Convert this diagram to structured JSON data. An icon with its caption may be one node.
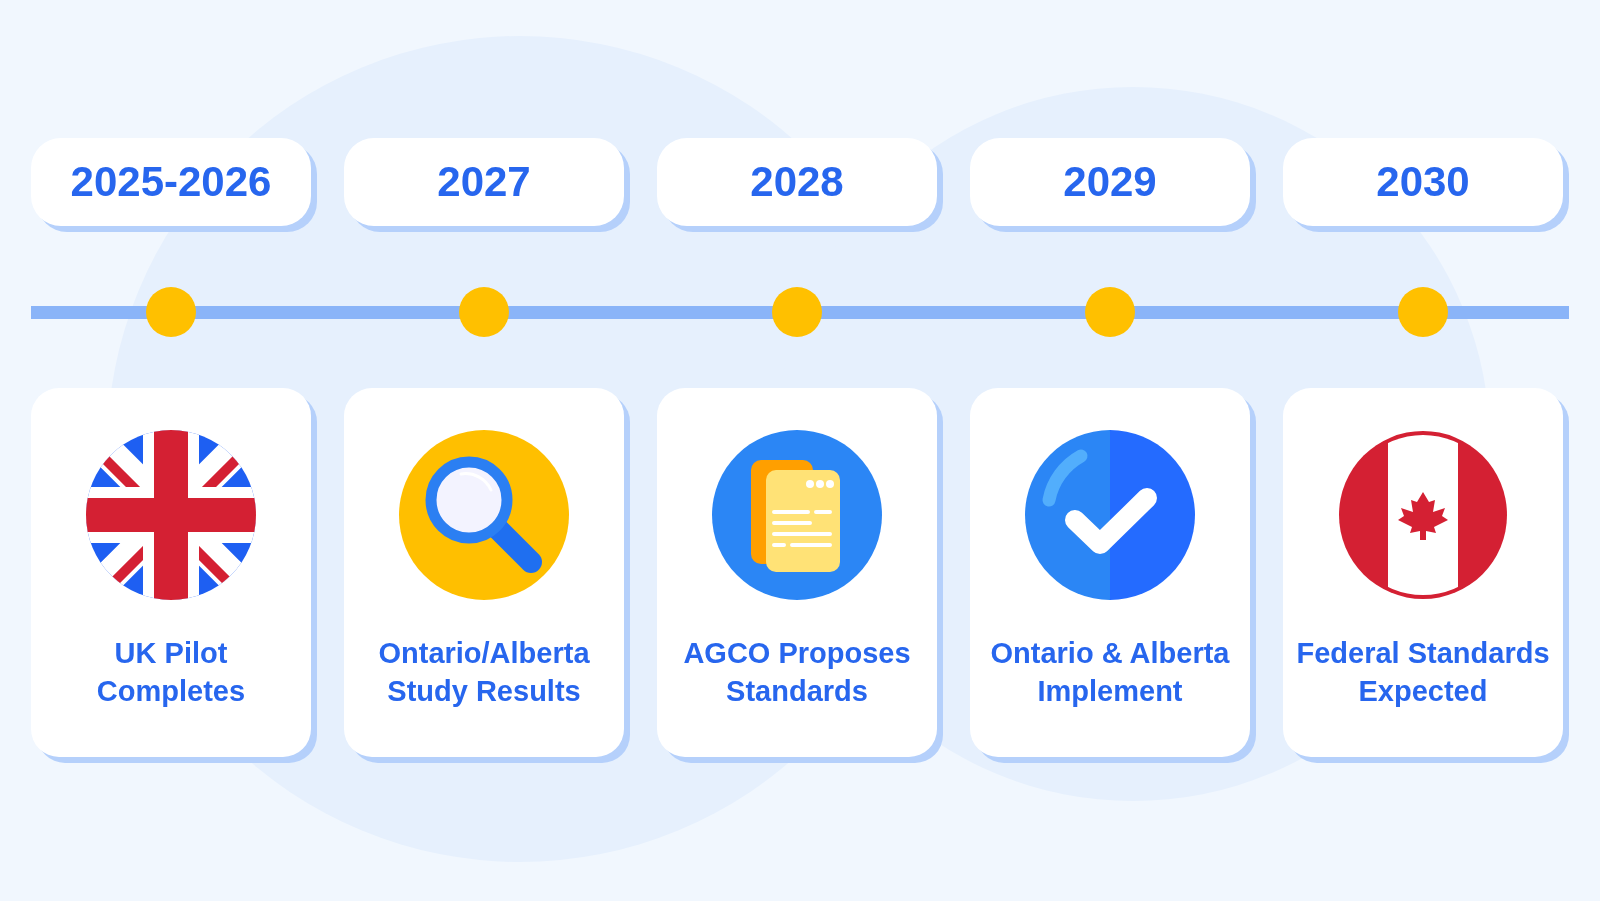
{
  "diagram": {
    "nodes": [
      {
        "text": [
          "2025-2026"
        ]
      },
      {
        "text": [
          "2027"
        ]
      },
      {
        "text": [
          "2028"
        ]
      },
      {
        "text": [
          "2029"
        ]
      },
      {
        "text": [
          "2030"
        ]
      },
      {
        "text": [
          "UK Pilot Completes"
        ]
      },
      {
        "text": [
          "Ontario/Alberta Study Results"
        ]
      },
      {
        "text": [
          "AGCO Proposes Standards"
        ]
      },
      {
        "text": [
          "Ontario & Alberta Implement"
        ]
      },
      {
        "text": [
          "Federal Standards Expected"
        ]
      }
    ]
  }
}
